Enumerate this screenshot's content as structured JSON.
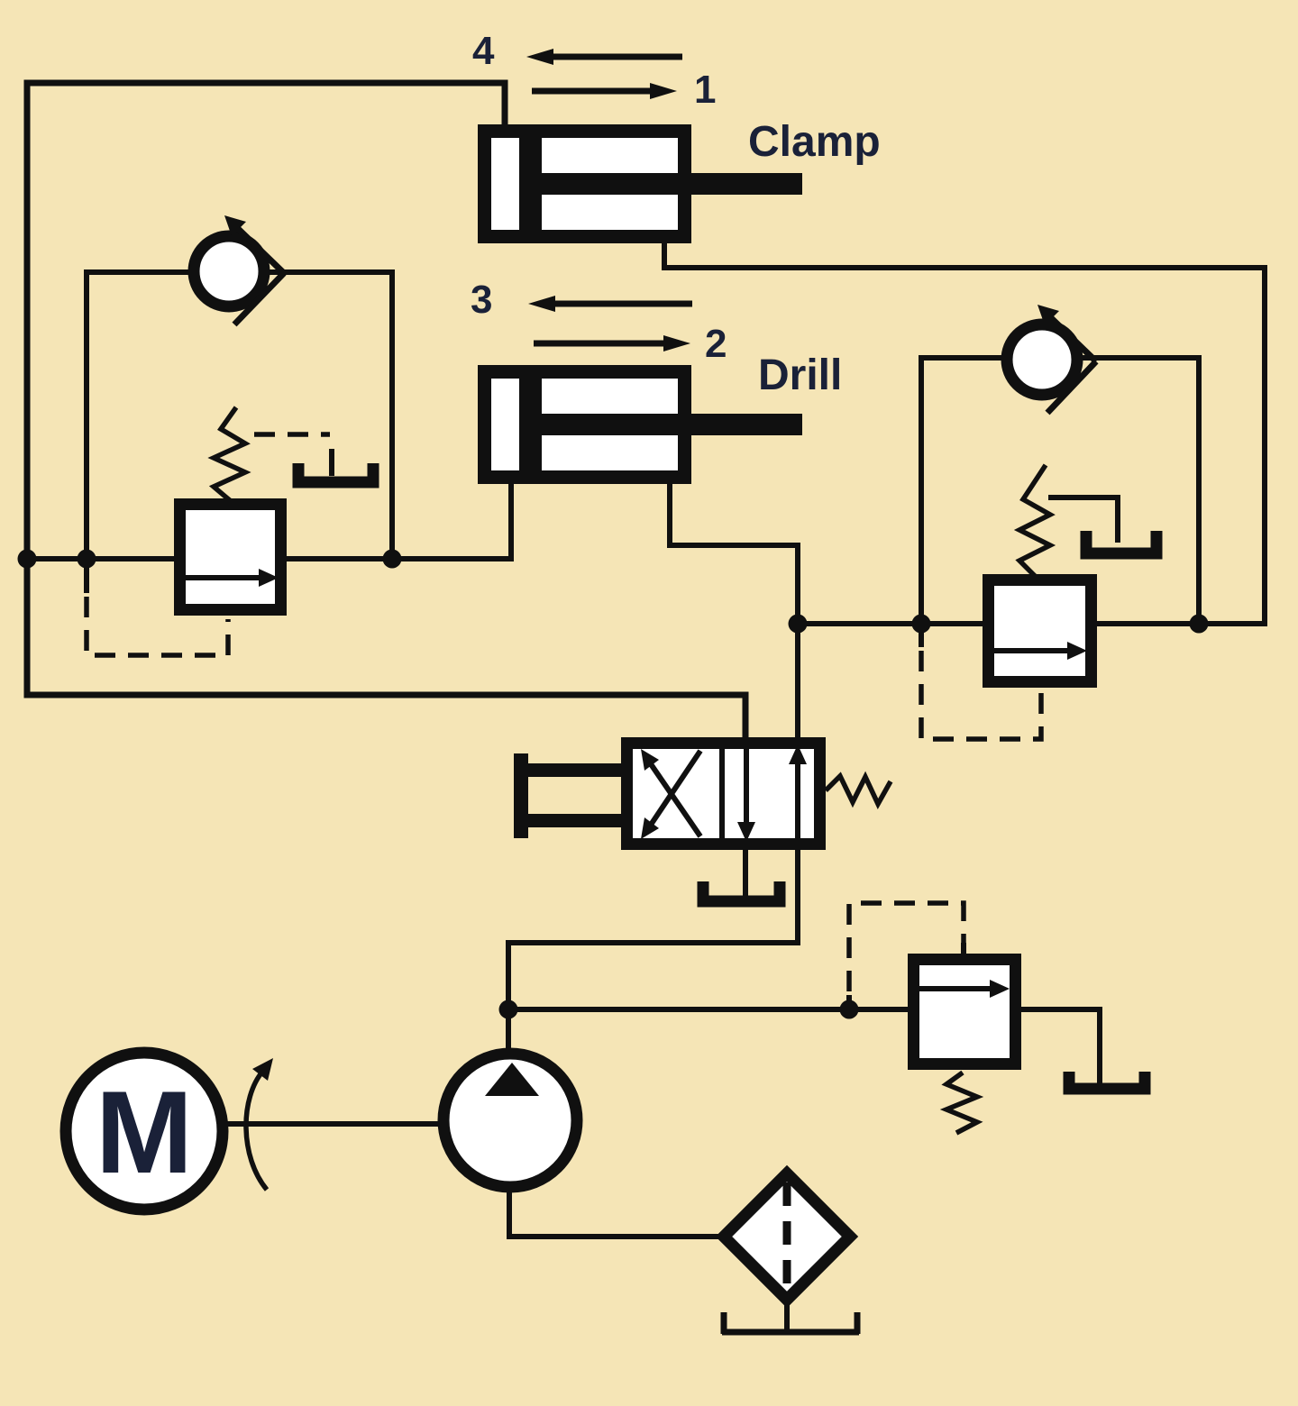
{
  "colors": {
    "background": "#f5e5b6",
    "line": "#101010",
    "text": "#1a2138"
  },
  "labels": {
    "clamp": "Clamp",
    "drill": "Drill",
    "motor": "M",
    "step_1": "1",
    "step_2": "2",
    "step_3": "3",
    "step_4": "4"
  },
  "components": {
    "clamp_cylinder": "double-acting cylinder",
    "drill_cylinder": "double-acting cylinder",
    "check_valve_left": "check valve (circle on seat)",
    "check_valve_right": "check valve (circle on seat)",
    "sequence_valve_left": "sequence valve, spring set, external drain, pilot line",
    "sequence_valve_right": "sequence valve, spring set, external drain, pilot line",
    "directional_valve": "4/2 directional control valve, manual actuator, spring return, tank port",
    "relief_valve": "pilot-operated relief valve to tank",
    "electric_motor": "electric motor with rotation arrow",
    "pump": "fixed displacement hydraulic pump",
    "filter": "suction filter / strainer",
    "reservoir": "open tank symbols"
  }
}
